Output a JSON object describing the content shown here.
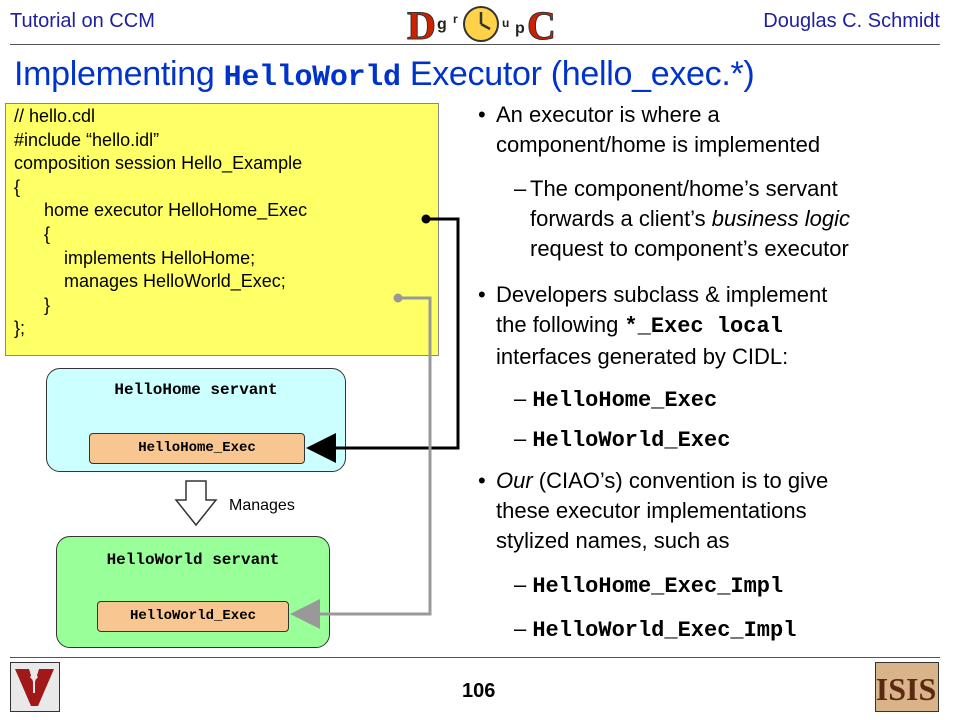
{
  "header": {
    "left": "Tutorial on CCM",
    "right": "Douglas C. Schmidt",
    "logo_letters": [
      "D",
      "g",
      "r",
      "O",
      "u",
      "p",
      "C"
    ]
  },
  "title": {
    "prefix": "Implementing ",
    "code": "HelloWorld",
    "suffix": " Executor (hello_exec.*)"
  },
  "code_lines": [
    "// hello.cdl",
    "#include “hello.idl”",
    "composition session Hello_Example",
    "{",
    "      home executor HelloHome_Exec",
    "      {",
    "          implements HelloHome;",
    "          manages HelloWorld_Exec;",
    "      }",
    "};"
  ],
  "diagram": {
    "home_servant": "HelloHome servant",
    "home_exec": "HelloHome_Exec",
    "manages_label": "Manages",
    "world_servant": "HelloWorld servant",
    "world_exec": "HelloWorld_Exec"
  },
  "bullets": {
    "b1_line1": "An executor is where a",
    "b1_line2": "component/home is implemented",
    "sub1_line1": "The component/home’s servant",
    "sub1_line2a": "forwards a client’s ",
    "sub1_line2b": "business logic",
    "sub1_line3": "request to component’s executor",
    "b2_line1": "Developers subclass & implement",
    "b2_line2a": "the following ",
    "b2_line2b": "*_Exec local",
    "b2_line3": "interfaces generated by CIDL:",
    "iface1": "HelloHome_Exec",
    "iface2": "HelloWorld_Exec",
    "b3_line1a": "Our",
    "b3_line1b": " (CIAO’s) convention is to give",
    "b3_line2": "these executor implementations",
    "b3_line3": "stylized names, such as",
    "impl1": "HelloHome_Exec_Impl",
    "impl2": "HelloWorld_Exec_Impl"
  },
  "footer": {
    "page": "106",
    "right_logo_text": "ISIS"
  },
  "colors": {
    "header_text": "#1f1f9f",
    "title": "#0033cc",
    "code_bg": "#ffff66",
    "home_servant_bg": "#ccffff",
    "world_servant_bg": "#99ff99",
    "exec_bg": "#f8c690",
    "vu_red": "#a01818"
  }
}
